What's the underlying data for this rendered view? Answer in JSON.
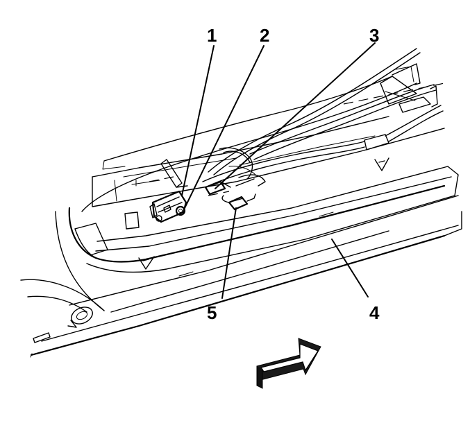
{
  "callouts": {
    "c1": "1",
    "c2": "2",
    "c3": "3",
    "c4": "4",
    "c5": "5"
  },
  "icons": {
    "direction": "forward-arrow-icon"
  }
}
